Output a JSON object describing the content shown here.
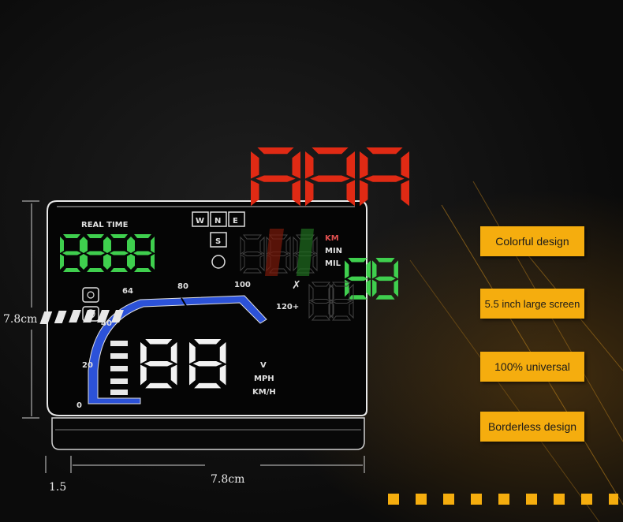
{
  "hud": {
    "real_time_label": "REAL TIME",
    "compass": [
      "W",
      "N",
      "E"
    ],
    "compass_s": "S",
    "units_right": [
      "KM",
      "MIN",
      "MIL"
    ],
    "speed_units": [
      "V",
      "MPH",
      "KM/H"
    ],
    "scale": [
      "0",
      "20",
      "40",
      "64",
      "80",
      "100",
      "120+"
    ]
  },
  "dimensions": {
    "height": "7.8cm",
    "width": "7.8cm",
    "depth": "1.5"
  },
  "features": [
    "Colorful design",
    "5.5 inch large screen",
    "100% universal",
    "Borderless design"
  ],
  "colors": {
    "red": "#e02a14",
    "green": "#3fcf4e",
    "blue": "#2c52d8",
    "accent": "#f5ad0e"
  }
}
